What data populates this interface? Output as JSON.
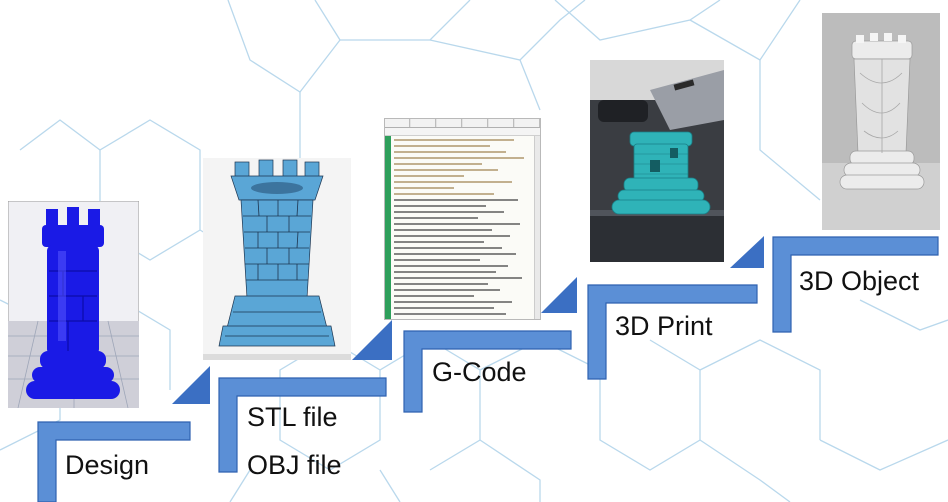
{
  "stages": [
    {
      "id": "design",
      "labels": [
        "Design"
      ]
    },
    {
      "id": "stl-obj",
      "labels": [
        "STL file",
        "OBJ file"
      ]
    },
    {
      "id": "gcode",
      "labels": [
        "G-Code"
      ]
    },
    {
      "id": "print",
      "labels": [
        "3D Print"
      ]
    },
    {
      "id": "object",
      "labels": [
        "3D Object"
      ]
    }
  ],
  "colors": {
    "stair_blue": "#5b8fd6",
    "stair_edge": "#2f62b0",
    "arrow_blue": "#3b6fc3",
    "background_lines": "#b9d8ec",
    "design_rook": "#1a1ae6",
    "mesh_rook": "#5aa6d6",
    "printed_rook": "#2fb3b8",
    "final_object": "#d7d7d7"
  },
  "icons": [
    "rook-design-image",
    "rook-mesh-image",
    "gcode-window-image",
    "printer-image",
    "printed-object-image"
  ]
}
